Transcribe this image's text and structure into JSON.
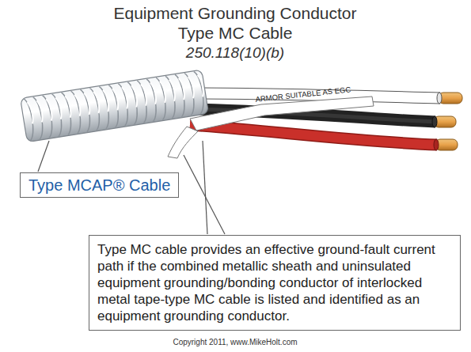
{
  "diagram": {
    "title": "Equipment Grounding Conductor Type MC Cable",
    "nodes": [
      {
        "text": [
          "Type MCAP® Cable"
        ]
      },
      {
        "text": [
          "Type MC cable provides an effective ground-fault current path if the combined metallic sheath and uninsulated equipment grounding/bonding conductor of interlocked metal tape-type MC cable is listed and identified as an equipment grounding conductor."
        ]
      }
    ],
    "labels": [
      "250.118(10)(b)",
      "ARMOR SUITABLE AS EGC",
      "Copyright 2011, www.MikeHolt.com"
    ]
  }
}
